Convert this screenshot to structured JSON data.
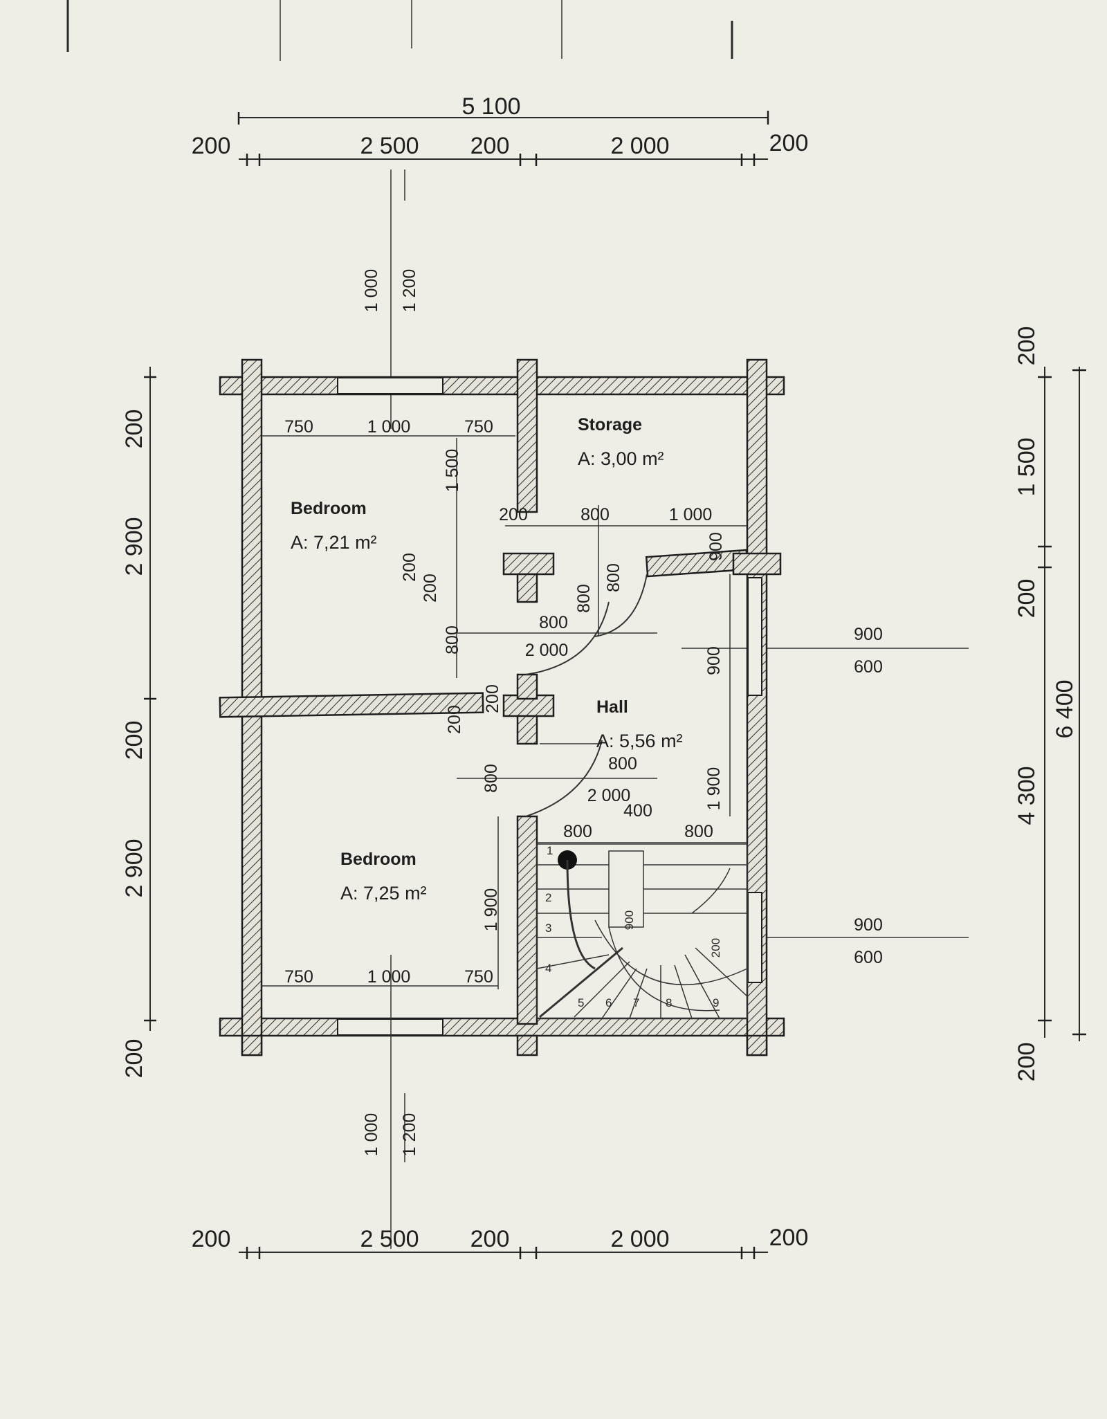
{
  "rooms": {
    "storage": {
      "name": "Storage",
      "area": "A: 3,00 m²"
    },
    "bedroom_top": {
      "name": "Bedroom",
      "area": "A: 7,21 m²"
    },
    "hall": {
      "name": "Hall",
      "area": "A: 5,56 m²"
    },
    "bedroom_bottom": {
      "name": "Bedroom",
      "area": "A: 7,25 m²"
    }
  },
  "dims_top": {
    "overall": "5 100",
    "a": "200",
    "b": "2 500",
    "c": "200",
    "d": "2 000",
    "e": "200"
  },
  "dims_bottom": {
    "a": "200",
    "b": "2 500",
    "c": "200",
    "d": "2 000",
    "e": "200"
  },
  "dims_left": {
    "a": "200",
    "b": "2 900",
    "c": "200",
    "d": "2 900",
    "e": "200"
  },
  "dims_right": {
    "a": "200",
    "b": "1 500",
    "c": "200",
    "d": "4 300",
    "e": "200",
    "overall": "6 400"
  },
  "window_top": {
    "h1": "1 000",
    "h2": "1 200"
  },
  "window_bottom": {
    "h1": "1 000",
    "h2": "1 200"
  },
  "window_right_1": {
    "w": "900",
    "h": "600"
  },
  "window_right_2": {
    "w": "900",
    "h": "600"
  },
  "interior": {
    "top_row": {
      "a": "750",
      "b": "1 000",
      "c": "750"
    },
    "storage_row": {
      "a": "200",
      "b": "800",
      "c": "1 000"
    },
    "bottom_row": {
      "a": "750",
      "b": "1 000",
      "c": "750"
    },
    "v1500": "1 500",
    "v200a": "200",
    "v200b": "200",
    "door1": {
      "w": "800",
      "h": "2 000"
    },
    "v800_left": "800",
    "v800_storage_a": "800",
    "v800_storage_b": "800",
    "v900_right": "900",
    "v900_storage": "900",
    "v200_mid": "200",
    "v200_mid_b": "200",
    "door2": {
      "w": "800",
      "h": "2 000"
    },
    "v800_lower": "800",
    "v1900_right": "1 900",
    "v1900_left": "1 900",
    "stair_top": {
      "a": "800",
      "b": "400",
      "c": "800"
    },
    "stair_v900": "900",
    "stair_v200": "200"
  },
  "stairs": {
    "steps": [
      "1",
      "2",
      "3",
      "4",
      "5",
      "6",
      "7",
      "8",
      "9"
    ]
  }
}
